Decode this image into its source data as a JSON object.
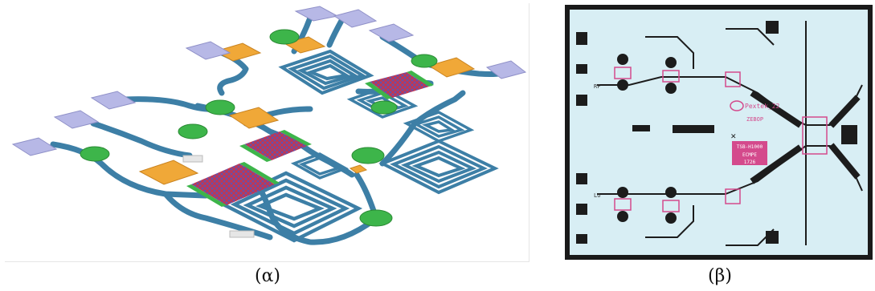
{
  "captions": {
    "a": "(α)",
    "b": "(β)"
  },
  "chip_labels": {
    "brand": "Pextek_22",
    "part": "ZEBOP",
    "rf": "RF",
    "lo": "LO",
    "stamp_line1": "TSB-H1000",
    "stamp_line2": "ECMPE",
    "stamp_line3": "1726"
  },
  "colors": {
    "substrate": "#ffffff",
    "trace": "#3d7fa6",
    "trace_dark": "#2a5f80",
    "pad_lavender": "#b7b8e6",
    "pad_green": "#3db54a",
    "capacitor_orange": "#f0a838",
    "array_purple": "#6a4fa8",
    "array_red": "#c8354a",
    "chip_background": "#d8eef4",
    "chip_border": "#1a1a1a",
    "chip_metal": "#1c1c1c",
    "chip_pink": "#d44a8c"
  }
}
